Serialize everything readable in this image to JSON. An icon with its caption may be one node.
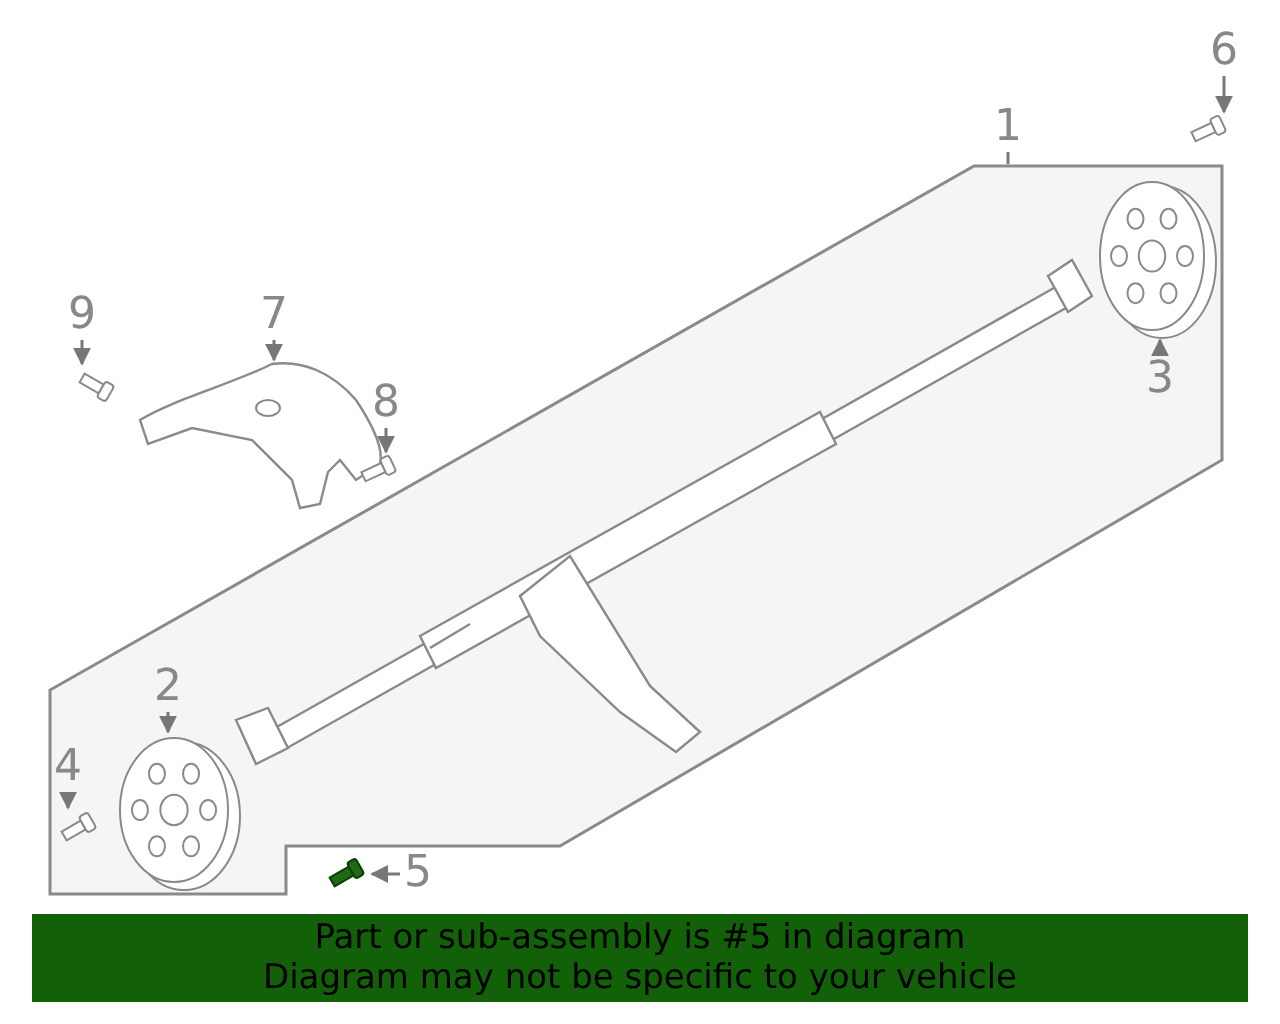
{
  "diagram": {
    "nodes": [
      {
        "text": [
          "6"
        ]
      },
      {
        "text": [],
        "shape": "picture"
      },
      {
        "text": [
          "1"
        ]
      },
      {
        "text": [],
        "shape": "box"
      },
      {
        "text": [],
        "shape": "picture",
        "in": 3
      },
      {
        "text": [],
        "shape": "picture",
        "in": 3
      },
      {
        "text": [
          "3"
        ],
        "in": 3
      },
      {
        "text": [
          "9"
        ]
      },
      {
        "text": [],
        "shape": "picture"
      },
      {
        "text": [
          "7"
        ]
      },
      {
        "text": [],
        "shape": "picture"
      },
      {
        "text": [
          "8"
        ]
      },
      {
        "text": [],
        "shape": "picture"
      },
      {
        "text": [
          "2"
        ],
        "in": 3
      },
      {
        "text": [],
        "shape": "picture",
        "in": 3
      },
      {
        "text": [
          "4"
        ],
        "in": 3
      },
      {
        "text": [],
        "shape": "picture",
        "in": 3
      },
      {
        "text": [],
        "shape": "picture"
      },
      {
        "text": [
          "5"
        ]
      }
    ],
    "edges": [
      {
        "from": 0,
        "to": 1,
        "arrow": "to"
      },
      {
        "from": 2,
        "to": 3,
        "arrow": "none"
      },
      {
        "from": 6,
        "to": 5,
        "arrow": "to"
      },
      {
        "from": 7,
        "to": 8,
        "arrow": "to"
      },
      {
        "from": 9,
        "to": 10,
        "arrow": "to"
      },
      {
        "from": 11,
        "to": 12,
        "arrow": "to"
      },
      {
        "from": 13,
        "to": 14,
        "arrow": "to"
      },
      {
        "from": 15,
        "to": 16,
        "arrow": "to"
      },
      {
        "from": 18,
        "to": 17,
        "arrow": "to"
      }
    ],
    "labels": [
      "Part or sub-assembly is #5 in diagram",
      "Diagram may not be specific to your vehicle"
    ]
  }
}
